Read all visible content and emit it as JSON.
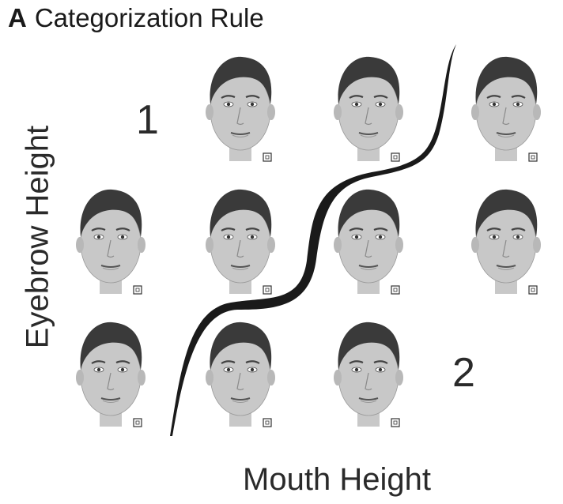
{
  "panel": {
    "letter": "A",
    "title": "Categorization Rule"
  },
  "axes": {
    "y_label": "Eyebrow Height",
    "x_label": "Mouth Height"
  },
  "categories": {
    "one": "1",
    "two": "2"
  },
  "faces": [
    {
      "row": "top",
      "col": 2
    },
    {
      "row": "top",
      "col": 3
    },
    {
      "row": "top",
      "col": 4
    },
    {
      "row": "middle",
      "col": 1
    },
    {
      "row": "middle",
      "col": 2
    },
    {
      "row": "middle",
      "col": 3
    },
    {
      "row": "middle",
      "col": 4
    },
    {
      "row": "bottom",
      "col": 1
    },
    {
      "row": "bottom",
      "col": 2
    },
    {
      "row": "bottom",
      "col": 3
    }
  ],
  "colors": {
    "boundary": "#1a1a1a",
    "skin": "#c8c8c8",
    "hair": "#3a3a3a"
  }
}
